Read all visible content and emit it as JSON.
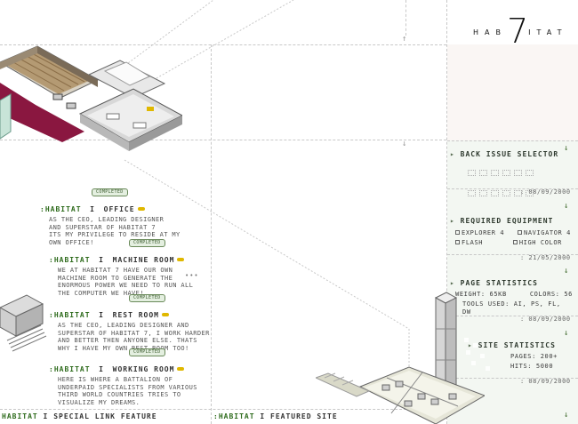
{
  "brand": {
    "pre": "HAB",
    "seven": "7",
    "post": "ITAT"
  },
  "colors": {
    "accent": "#2e6b1c",
    "panel": "#f3f7f2",
    "carpet": "#8a1740",
    "badge": "#e0b800"
  },
  "icons": {
    "down": "↓",
    "up": "↑",
    "marker": "▸",
    "more": "•••"
  },
  "rooms": [
    {
      "badge": "COMPLETED",
      "brand": ":HABITAT",
      "sep": "I",
      "name": "OFFICE",
      "text": [
        "AS THE CEO, LEADING DESIGNER",
        "AND SUPERSTAR OF HABITAT 7",
        "ITS MY PRIVILEGE TO RESIDE AT MY",
        "OWN OFFICE!"
      ]
    },
    {
      "badge": "COMPLETED",
      "brand": ":HABITAT",
      "sep": "I",
      "name": "MACHINE ROOM",
      "text": [
        "WE AT HABITAT 7 HAVE OUR OWN",
        "MACHINE ROOM TO GENERATE THE",
        "ENORMOUS POWER WE NEED TO RUN ALL",
        "THE COMPUTER WE HAVE!"
      ]
    },
    {
      "badge": "COMPLETED",
      "brand": ":HABITAT",
      "sep": "I",
      "name": "REST ROOM",
      "text": [
        "AS THE CEO, LEADING DESIGNER AND",
        "SUPERSTAR OF HABITAT 7, I WORK HARDER",
        "AND BETTER THEN ANYONE ELSE. THATS",
        "WHY I HAVE MY OWN REST ROOM TOO!"
      ]
    },
    {
      "badge": "COMPLETED",
      "brand": ":HABITAT",
      "sep": "I",
      "name": "WORKING ROOM",
      "text": [
        "HERE IS WHERE A BATTALION OF",
        "UNDERPAID SPECIALISTS FROM VARIOUS",
        "THIRD WORLD COUNTRIES TRIES TO",
        "VISUALIZE MY DREAMS."
      ]
    }
  ],
  "sidebar": {
    "back_issue": {
      "title": "BACK ISSUE SELECTOR",
      "date": ": 08/09/2000"
    },
    "equipment": {
      "title": "REQUIRED EQUIPMENT",
      "items": [
        "EXPLORER 4",
        "NAVIGATOR 4",
        "FLASH",
        "HIGH COLOR"
      ],
      "date": ": 21/05/2000"
    },
    "page_stats": {
      "title": "PAGE STATISTICS",
      "weight": "WEIGHT: 65KB",
      "colors": "COLORS: 56",
      "tools": "TOOLS USED: AI, PS, FL, DW",
      "date": ": 08/09/2000"
    },
    "site_stats": {
      "title": "SITE STATISTICS",
      "pages": "PAGES: 200+",
      "hits": "HITS: 5000",
      "date": ": 08/09/2000"
    }
  },
  "footer": {
    "left_brand": "HABITAT",
    "left_sep": "I",
    "left_label": "SPECIAL LINK FEATURE",
    "right_brand": ":HABITAT",
    "right_sep": "I",
    "right_label": "FEATURED SITE"
  }
}
